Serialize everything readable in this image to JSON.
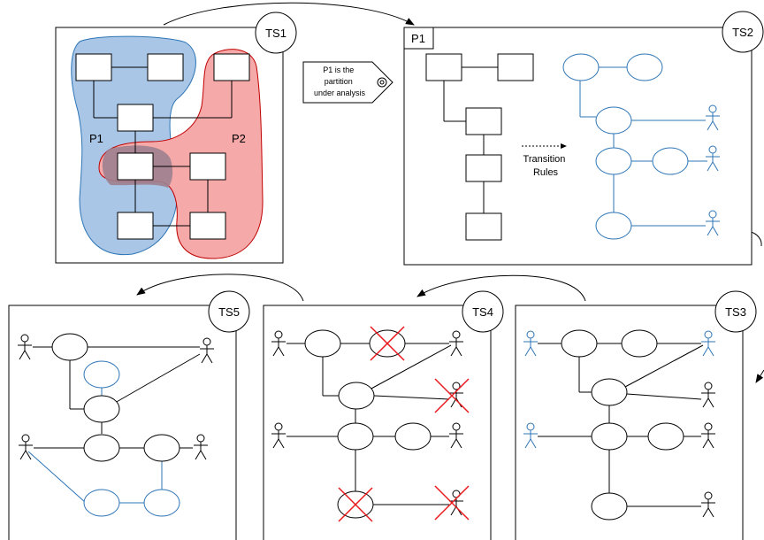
{
  "labels": {
    "ts1": "TS1",
    "ts2": "TS2",
    "ts3": "TS3",
    "ts4": "TS4",
    "ts5": "TS5",
    "p1_tab": "P1",
    "p1_region": "P1",
    "p2_region": "P2",
    "tag_line1": "P1 is the",
    "tag_line2": "partition",
    "tag_line3": "under analysis",
    "transition_line1": "Transition",
    "transition_line2": "Rules"
  },
  "colors": {
    "black": "#000000",
    "blue": "#2e75b6",
    "red": "#e8191c",
    "p1_fill": "#a9c6e6",
    "p1_stroke": "#2e75b6",
    "p2_fill": "#f5a9a9",
    "p2_stroke": "#c00000",
    "overlap_fill": "#9e7f8e"
  }
}
